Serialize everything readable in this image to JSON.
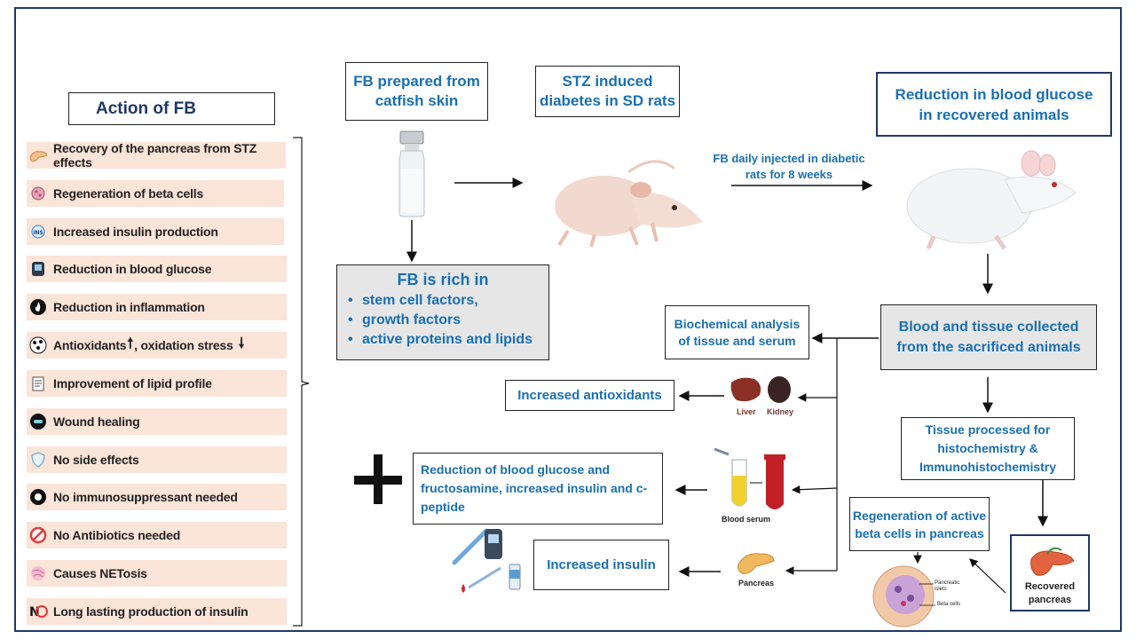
{
  "left_panel": {
    "title": "Action of FB",
    "items": [
      {
        "label": "Recovery of the pancreas from STZ effects",
        "icon": "pancreas-icon"
      },
      {
        "label": "Regeneration of beta cells",
        "icon": "cell-icon"
      },
      {
        "label": "Increased insulin production",
        "icon": "insulin-icon"
      },
      {
        "label": "Reduction in blood glucose",
        "icon": "glucometer-icon"
      },
      {
        "label": "Reduction in inflammation",
        "icon": "flame-icon"
      },
      {
        "label": "Antioxidants",
        "label2": ", oxidation stress",
        "icon": "molecule-icon"
      },
      {
        "label": "Improvement of lipid profile",
        "icon": "lipid-icon"
      },
      {
        "label": "Wound healing",
        "icon": "bandage-icon"
      },
      {
        "label": "No side effects",
        "icon": "shield-icon"
      },
      {
        "label": "No immunosuppressant needed",
        "icon": "immune-icon"
      },
      {
        "label": "No Antibiotics needed",
        "icon": "no-antibiotic-icon"
      },
      {
        "label": "Causes NETosis",
        "icon": "net-icon"
      },
      {
        "label": "Long  lasting production of insulin",
        "icon": "no-diabetes-icon"
      }
    ]
  },
  "flow": {
    "fb_prepared": "FB prepared from catfish skin",
    "stz_induced": "STZ induced diabetes in SD rats",
    "injection_note": "FB daily injected in diabetic rats for  8 weeks",
    "reduction_glucose_recovered": "Reduction in blood glucose in recovered animals",
    "fb_rich_title": "FB is rich in",
    "fb_rich_items": [
      "stem cell factors,",
      "growth factors",
      "active proteins and lipids"
    ],
    "biochemical": "Biochemical analysis  of tissue and serum",
    "blood_tissue": "Blood and tissue collected from the sacrificed animals",
    "increased_antioxidants": "Increased antioxidants",
    "tissue_processed": "Tissue processed for histochemistry & Immunohistochemistry",
    "reduction_fructosamine": "Reduction of blood glucose and fructosamine, increased insulin and c-peptide",
    "regeneration_beta": "Regeneration of active beta cells in pancreas",
    "increased_insulin": "Increased insulin",
    "recovered_pancreas": "Recovered pancreas"
  },
  "captions": {
    "liver": "Liver",
    "kidney": "Kidney",
    "blood_serum": "Blood serum",
    "pancreas": "Pancreas",
    "pancreatic_islets": "Pancreatic islets",
    "beta_cells": "Beta cells"
  },
  "colors": {
    "accent_blue": "#1a6fb0",
    "frame_navy": "#1f3864",
    "item_bg": "#fbe4d8",
    "grey_box": "#e6e6e6"
  }
}
